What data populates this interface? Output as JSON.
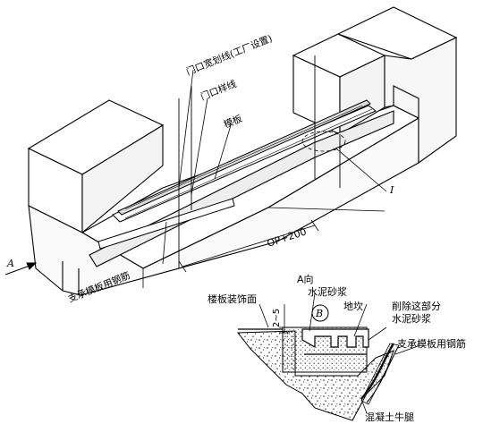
{
  "diagram": {
    "labels": {
      "door_width_line": "门口宽划线(工厂设置)",
      "door_sample_line": "门口样线",
      "formwork": "模板",
      "support_rebar_left": "支承模板用钢筋",
      "dimension": "OP+200",
      "section_mark": "I",
      "view_arrow": "A",
      "view_title": "A向",
      "floor_finish": "楼板装饰面",
      "cement_mortar": "水泥砂浆",
      "dim_2_5": "2~5",
      "circle_b": "B",
      "floor_sill": "地坎",
      "remove_mortar_line1": "削除这部分",
      "remove_mortar_line2": "水泥砂浆",
      "support_rebar_right": "支承模板用钢筋",
      "concrete_corbel": "混凝土牛腿"
    }
  }
}
